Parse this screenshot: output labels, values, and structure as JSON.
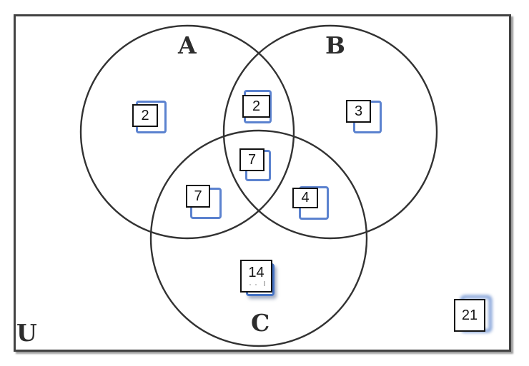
{
  "diagram": {
    "type": "venn-3-set",
    "universe_label": "U",
    "set_labels": {
      "a": "A",
      "b": "B",
      "c": "C"
    },
    "region_counts": {
      "a_only": 2,
      "a_and_b_only": 2,
      "b_only": 3,
      "a_and_b_and_c": 7,
      "a_and_c_only": 7,
      "b_and_c_only": 4,
      "c_only": 14,
      "outside": 21
    },
    "colors": {
      "highlight_blue": "#4472C4",
      "circle_outline": "#323232",
      "border": "#424242"
    }
  }
}
